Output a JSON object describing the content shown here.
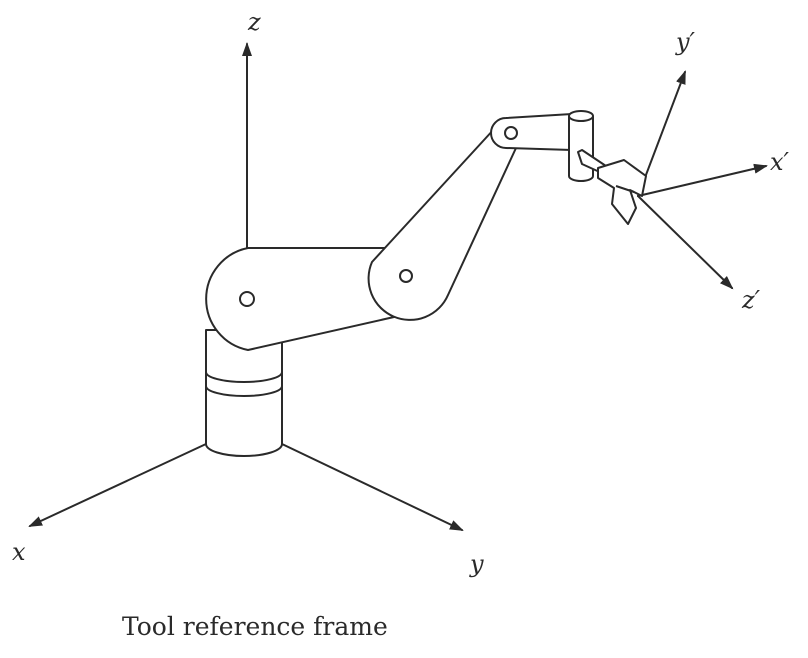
{
  "caption": "Tool reference frame",
  "base_frame": {
    "x_label": "x",
    "y_label": "y",
    "z_label": "z"
  },
  "tool_frame": {
    "x_label": "x′",
    "y_label": "y′",
    "z_label": "z′"
  },
  "colors": {
    "line": "#2a2a2a",
    "fill": "#ffffff"
  }
}
